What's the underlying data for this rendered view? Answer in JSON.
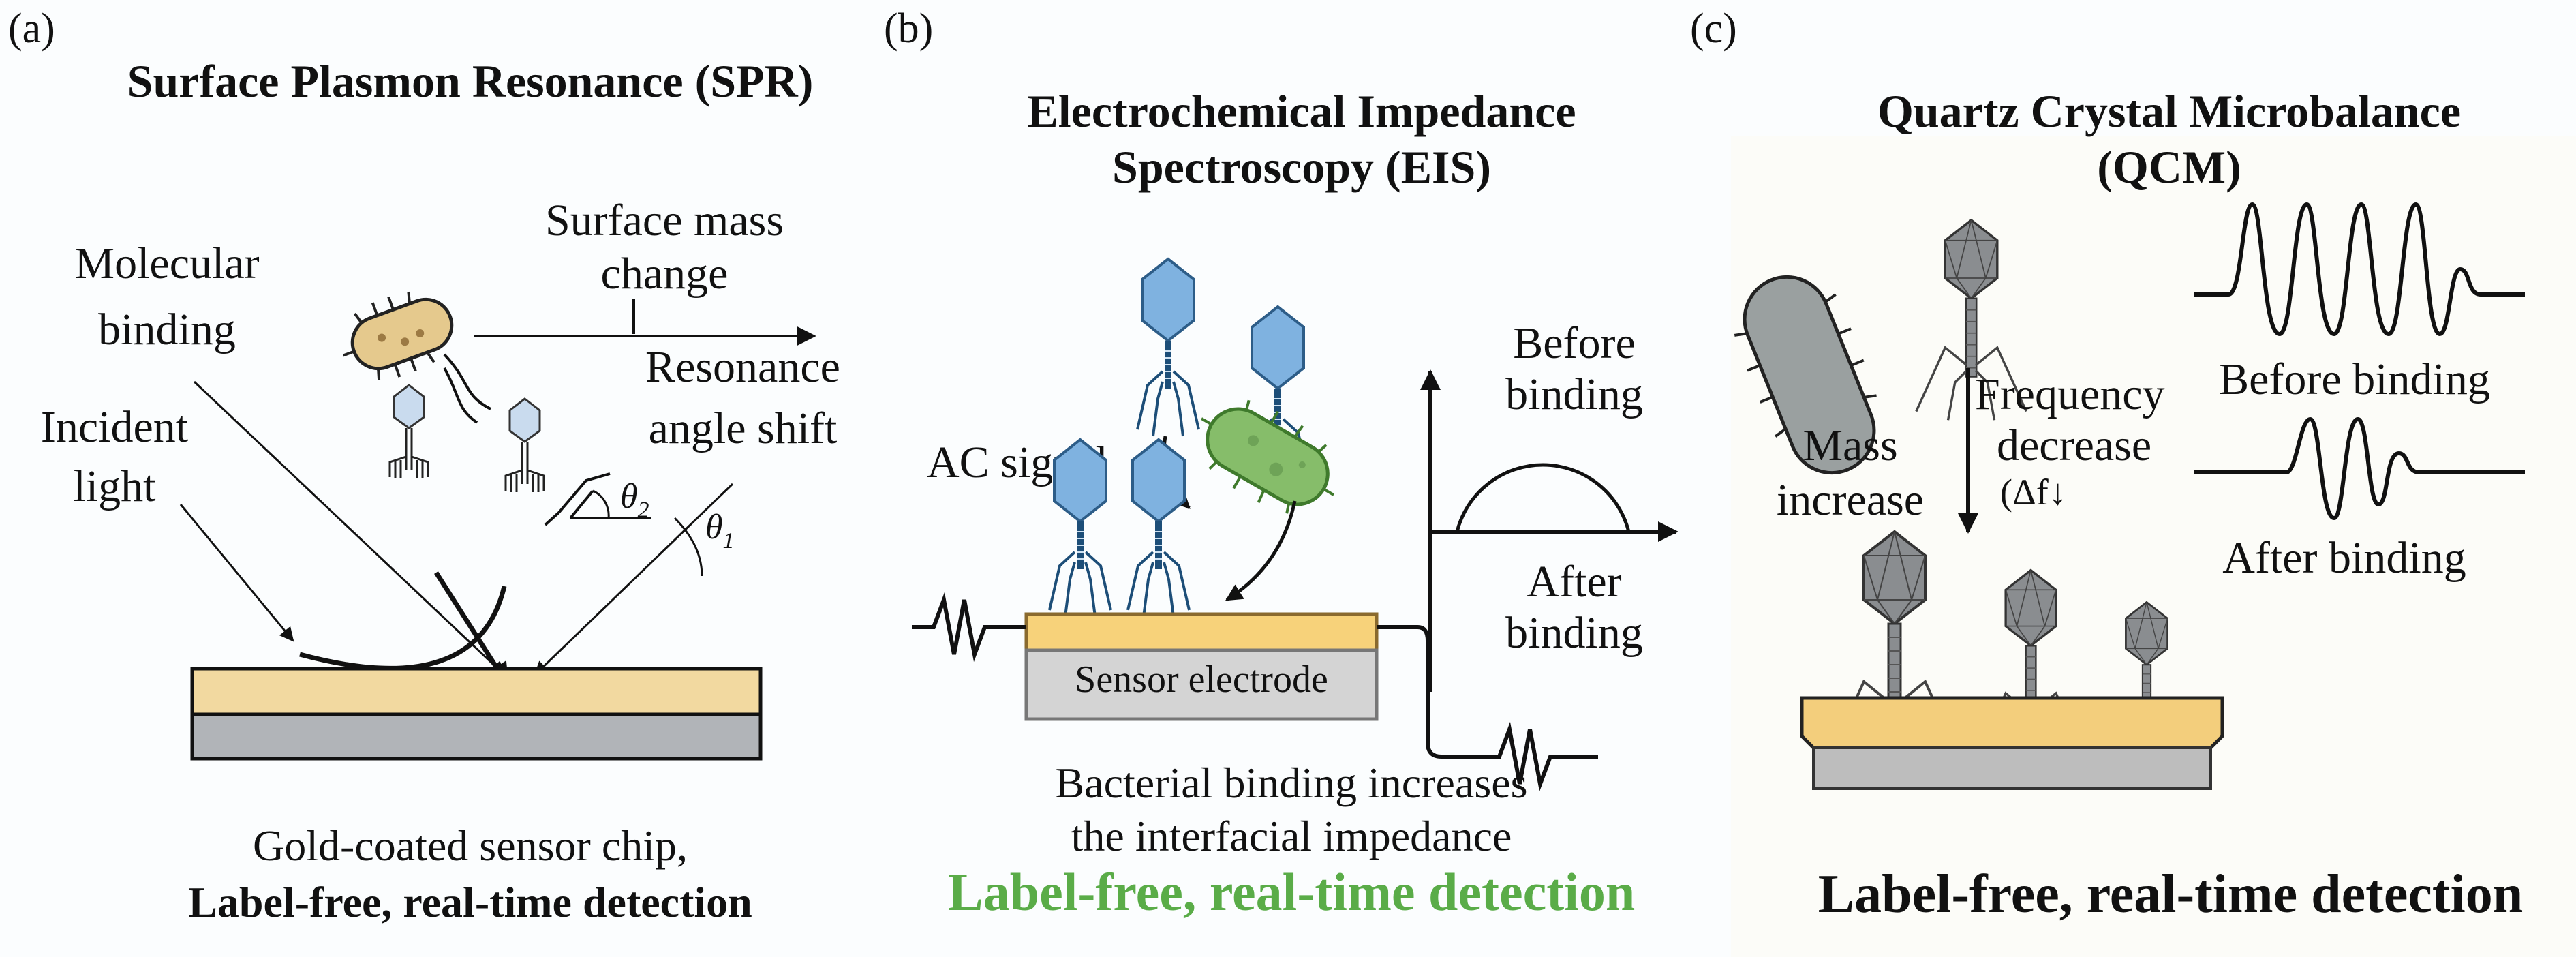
{
  "panels": [
    {
      "id": "a",
      "label": "(a)",
      "title": "Surface Plasmon Resonance (SPR)",
      "annotations": {
        "surface_mass_change_1": "Surface mass",
        "surface_mass_change_2": "change",
        "molecular_binding_1": "Molecular",
        "molecular_binding_2": "binding",
        "resonance_angle_1": "Resonance",
        "resonance_angle_2": "angle shift",
        "incident_light_1": "Incident",
        "incident_light_2": "light",
        "theta2": "θ",
        "theta2_sub": "2",
        "theta1": "θ",
        "theta1_sub": "1"
      },
      "caption_1": "Gold-coated sensor chip,",
      "caption_2": "Label-free, real-time detection"
    },
    {
      "id": "b",
      "label": "(b)",
      "title_1": "Electrochemical Impedance",
      "title_2": "Spectroscopy (EIS)",
      "annotations": {
        "ac_signal": "AC signal",
        "before_binding_1": "Before",
        "before_binding_2": "binding",
        "after_binding_1": "After",
        "after_binding_2": "binding",
        "electrode": "Sensor electrode"
      },
      "caption_1": "Bacterial binding increases",
      "caption_2": "the interfacial impedance",
      "caption_3": "Label-free, real-time detection"
    },
    {
      "id": "c",
      "label": "(c)",
      "title_1": "Quartz Crystal Microbalance",
      "title_2": "(QCM)",
      "annotations": {
        "frequency_decrease_1": "Frequency",
        "frequency_decrease_2": "decrease",
        "frequency_decrease_3": "(Δf↓",
        "mass_increase_1": "Mass",
        "mass_increase_2": "increase",
        "before_binding": "Before binding",
        "after_binding": "After binding"
      },
      "caption": "Label-free, real-time detection"
    }
  ],
  "colors": {
    "gold_layer": "#f2d9a0",
    "gold_layer_eis": "#f7d27a",
    "gold_layer_qcm": "#f3ce7c",
    "substrate_gray": "#b1b4b8",
    "electrode_gray": "#d4d4d4",
    "phage_blue": "#7fb2e0",
    "phage_light_blue": "#c9dbee",
    "bacterium_tan": "#e5c98d",
    "bacterium_green": "#86bd6a",
    "bacterium_gray": "#9aa0a0",
    "green_caption": "#5aac48",
    "background": "#fbfdfe"
  }
}
